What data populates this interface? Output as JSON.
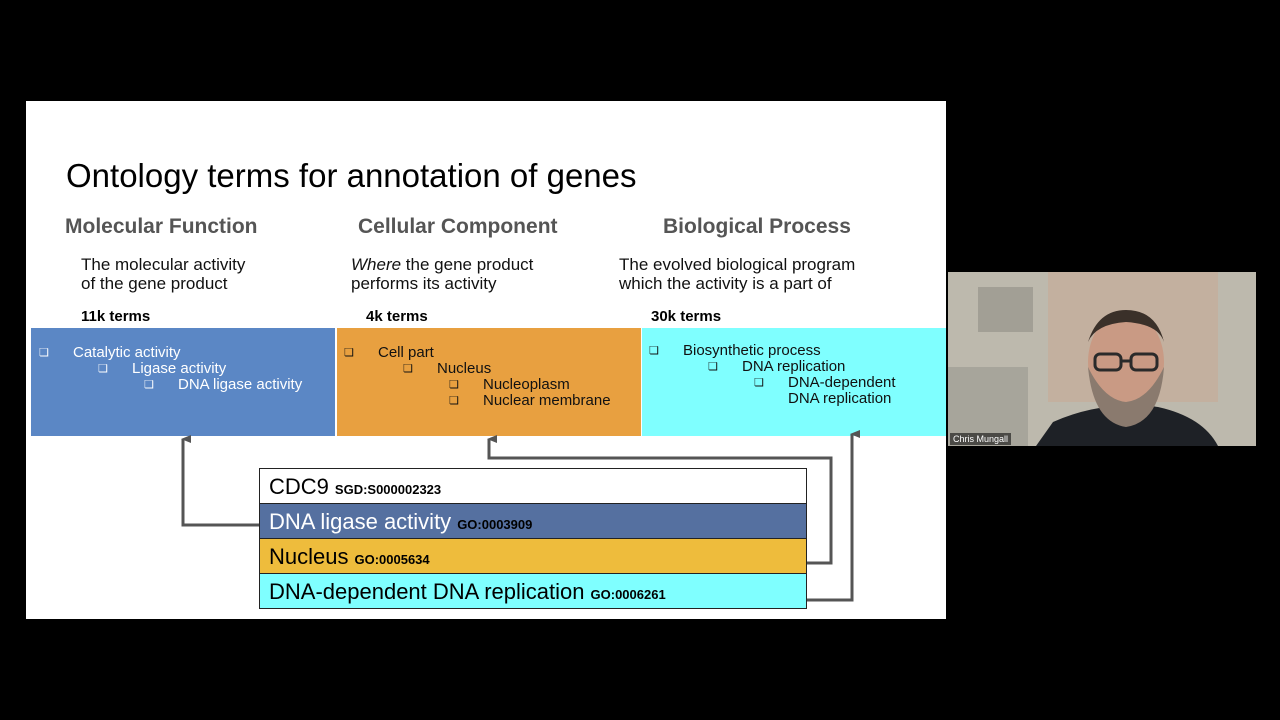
{
  "slide": {
    "title": "Ontology terms for annotation of genes",
    "columns": [
      {
        "heading": "Molecular Function",
        "desc_line1": "The molecular activity",
        "desc_line2": "of the gene product",
        "terms": "11k terms",
        "items": [
          "Catalytic activity",
          "Ligase activity",
          "DNA ligase activity"
        ],
        "color": "#5b87c5"
      },
      {
        "heading": "Cellular Component",
        "desc_line1_em": "Where",
        "desc_line1_rest": " the gene product",
        "desc_line2": "performs its activity",
        "terms": "4k terms",
        "items": [
          "Cell part",
          "Nucleus",
          "Nucleoplasm",
          "Nuclear membrane"
        ],
        "color": "#e8a040"
      },
      {
        "heading": "Biological Process",
        "desc_line1": "The evolved biological program",
        "desc_line2": "which the activity is a part of",
        "terms": "30k terms",
        "items": [
          "Biosynthetic process",
          "DNA replication",
          "DNA-dependent",
          "DNA replication"
        ],
        "color": "#7fffff"
      }
    ],
    "bullet_glyph": "❏",
    "annotations": [
      {
        "name": "CDC9",
        "id": "SGD:S000002323"
      },
      {
        "name": "DNA ligase activity",
        "id": "GO:0003909"
      },
      {
        "name": "Nucleus",
        "id": "GO:0005634"
      },
      {
        "name": "DNA-dependent DNA replication",
        "id": "GO:0006261"
      }
    ]
  },
  "webcam": {
    "participant_name": "Chris Mungall"
  }
}
